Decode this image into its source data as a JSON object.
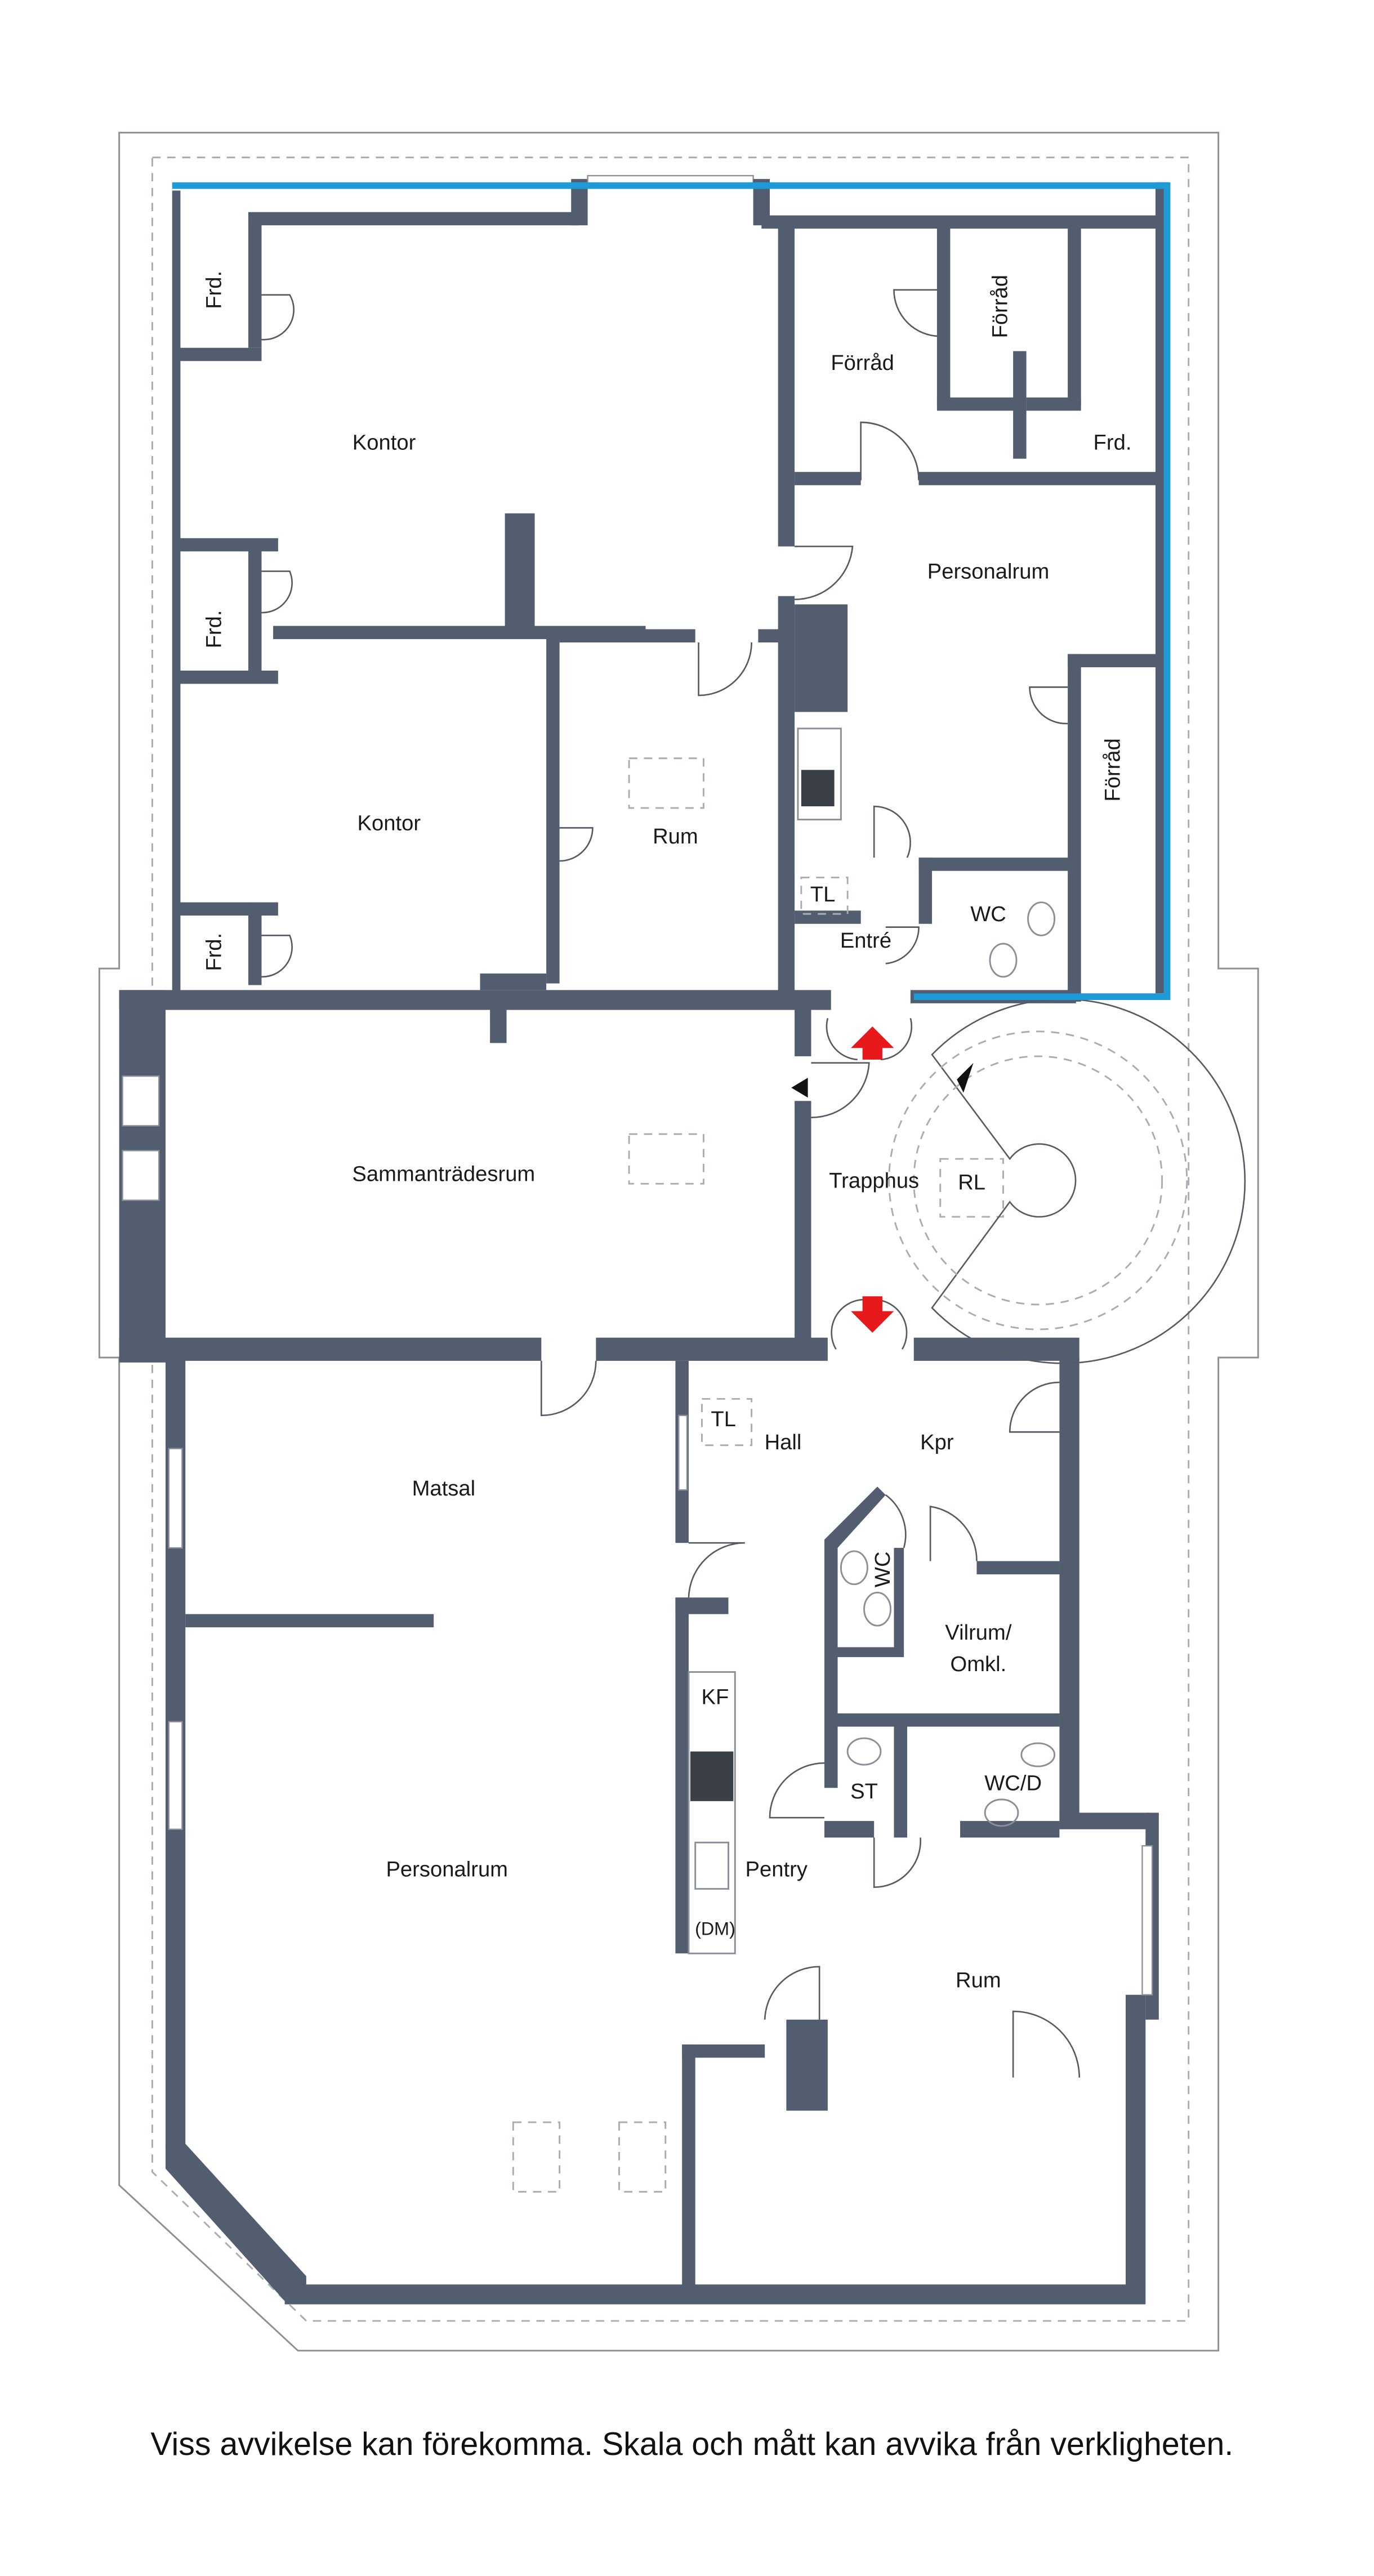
{
  "floor_plan": {
    "rooms": {
      "frd_1": "Frd.",
      "frd_2": "Frd.",
      "frd_3": "Frd.",
      "frd_4": "Frd.",
      "kontor_1": "Kontor",
      "kontor_2": "Kontor",
      "rum_1": "Rum",
      "forrad_1": "Förråd",
      "forrad_2": "Förråd",
      "forrad_3": "Förråd",
      "personalrum_1": "Personalrum",
      "tl_1": "TL",
      "entre": "Entré",
      "wc_1": "WC",
      "sammantradesrum": "Sammanträdesrum",
      "trapphus": "Trapphus",
      "rl": "RL",
      "tl_2": "TL",
      "hall": "Hall",
      "kpr": "Kpr",
      "matsal": "Matsal",
      "wc_2": "WC",
      "vilrum_line1": "Vilrum/",
      "vilrum_line2": "Omkl.",
      "kf": "KF",
      "st": "ST",
      "wcd": "WC/D",
      "personalrum_2": "Personalrum",
      "pentry": "Pentry",
      "dm": "(DM)",
      "rum_2": "Rum"
    },
    "highlight_color": "#1e9ad6",
    "wall_color": "#535d70",
    "arrow_color": "#e8191b"
  },
  "caption": "Viss avvikelse kan förekomma. Skala och mått kan avvika från verkligheten."
}
